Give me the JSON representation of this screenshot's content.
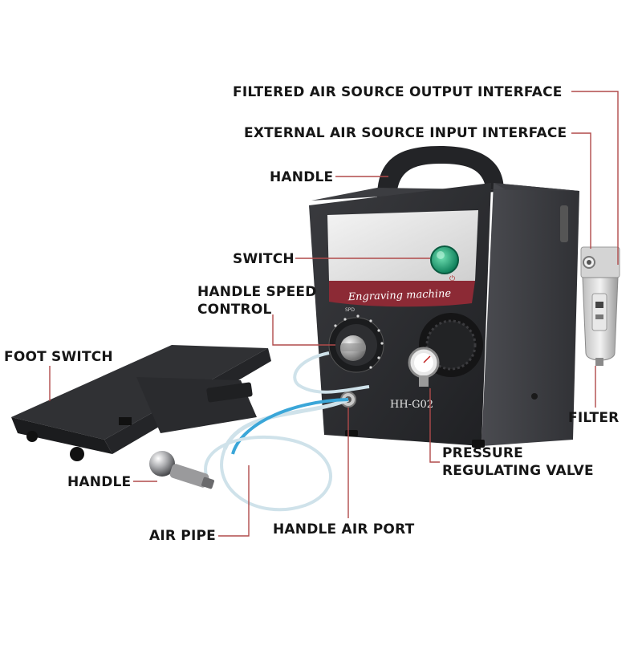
{
  "labels": {
    "filtered_output": "FILTERED AIR SOURCE OUTPUT INTERFACE",
    "external_input": "EXTERNAL AIR SOURCE INPUT INTERFACE",
    "handle_top": "HANDLE",
    "switch": "SWITCH",
    "speed_line1": "HANDLE SPEED",
    "speed_line2": "CONTROL",
    "foot_switch": "FOOT SWITCH",
    "filter": "FILTER",
    "pressure_line1": "PRESSURE",
    "pressure_line2": "REGULATING VALVE",
    "handpiece": "HANDLE",
    "air_pipe": "AIR PIPE",
    "air_port": "HANDLE AIR PORT"
  },
  "machine": {
    "banner_text": "Engraving machine",
    "model_text": "HH-G02",
    "dial_text": "SPD"
  },
  "colors": {
    "body": "#2b2c2f",
    "banner": "#8c2a35",
    "switch": "#1fa37a",
    "leader": "#b04a4a",
    "tube": "#3aa6d8"
  }
}
